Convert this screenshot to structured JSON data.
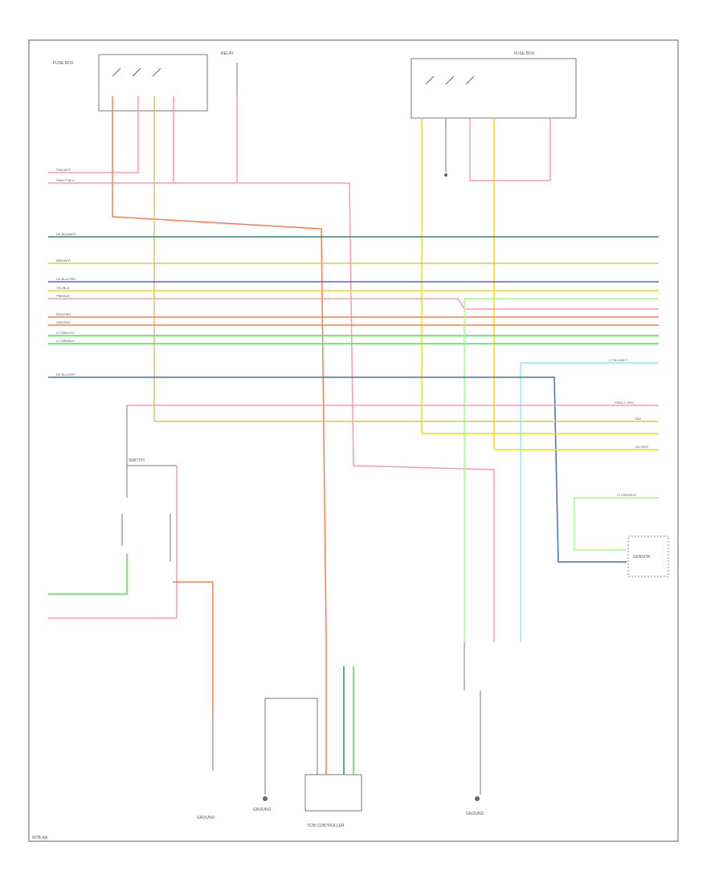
{
  "title": "",
  "colors": {
    "frame": "#777777",
    "pink": "#ff9aa8",
    "orange": "#ff7a4a",
    "yellow": "#f0e000",
    "tan": "#d8c070",
    "teal": "#2a8a7a",
    "blue": "#5560d8",
    "green": "#50e050",
    "lime": "#a0ff80",
    "cyan": "#80f0ff",
    "gray": "#888888"
  },
  "components": {
    "fuse_top_left": "FUSE BOX",
    "relay_top_left": "RELAY",
    "fuse_top_right": "FUSE BOX",
    "switch_left": "SWITCH",
    "sensor_right": "SENSOR",
    "ground_left": "GROUND",
    "ground_mid": "GROUND",
    "ground_right": "GROUND",
    "module_center": "TCM CONTROLLER",
    "footer_code": "W7B-AA"
  },
  "wire_labels": {
    "pink_1": "PNK/WHT",
    "pink_2": "PNK/LT BLU",
    "teal": "DK BLU/WHT",
    "tan": "BRN/WHT",
    "blue": "DK BLU/ORG",
    "yellow": "YEL/BLK",
    "pink_3": "PNK/BLK",
    "orange_1": "RED/ORG",
    "orange_2": "ORG/BLK",
    "green_1": "LT GRN/YEL",
    "green_2": "LT GRN/BLK",
    "blue_2": "DK BLU/GRY",
    "cyan": "LT BLU/WHT",
    "pink_4": "PNK/LT GRN",
    "tan_2": "TAN",
    "yellow_2": "YEL/RED",
    "lime": "LT GRN/RED"
  }
}
